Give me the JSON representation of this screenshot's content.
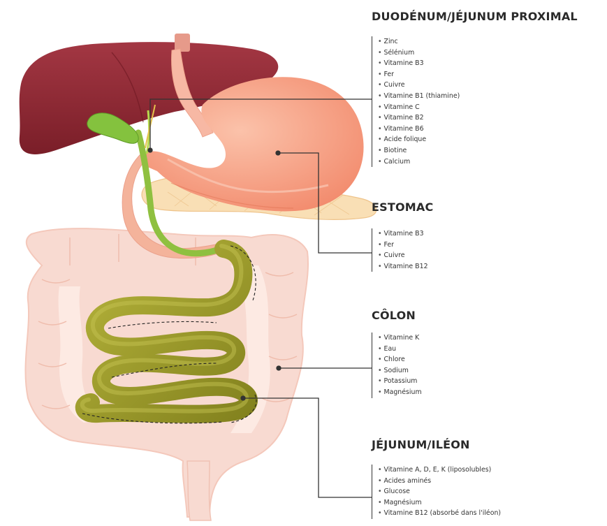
{
  "sections": {
    "duodenum": {
      "title": "DUODÉNUM/JÉJUNUM PROXIMAL",
      "items": [
        "Zinc",
        "Sélénium",
        "Vitamine B3",
        "Fer",
        "Cuivre",
        "Vitamine B1 (thiamine)",
        "Vitamine C",
        "Vitamine B2",
        "Vitamine B6",
        "Acide folique",
        "Biotine",
        "Calcium"
      ]
    },
    "estomac": {
      "title": "ESTOMAC",
      "items": [
        "Vitamine B3",
        "Fer",
        "Cuivre",
        "Vitamine B12"
      ]
    },
    "colon": {
      "title": "CÔLON",
      "items": [
        "Vitamine K",
        "Eau",
        "Chlore",
        "Sodium",
        "Potassium",
        "Magnésium"
      ]
    },
    "jejunum": {
      "title": "JÉJUNUM/ILÉON",
      "items": [
        "Vitamine A, D, E, K (liposolubles)",
        "Acides aminés",
        "Glucose",
        "Magnésium",
        "Vitamine B12 (absorbé dans l'iléon)"
      ]
    }
  },
  "colors": {
    "liver": "#8e2530",
    "gallbladder": "#7fbf3a",
    "stomach": "#f6a589",
    "colon": "#f8d6cc",
    "small_intestine": "#9a9a28",
    "pancreas": "#f7d8a8",
    "leader_line": "#333333"
  }
}
